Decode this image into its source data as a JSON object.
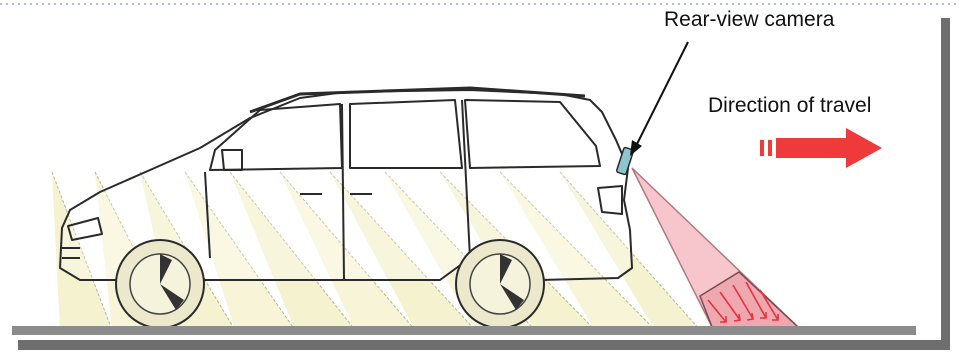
{
  "labels": {
    "camera": "Rear-view camera",
    "direction": "Direction of travel"
  },
  "colors": {
    "light_beam": "#f4f0c8",
    "camera_beam": "#f6c6cc",
    "detection_zone": "#f0a8b0",
    "zone_arrows": "#e8323c",
    "direction_arrow": "#ee3a3a",
    "camera_body": "#8fc5cf",
    "ground": "#8c8c8c",
    "frame_shadow": "#6e6e6e",
    "dotted_border": "#a8c4dc"
  },
  "icons": [
    "vehicle-outline",
    "rear-view-camera-icon",
    "direction-arrow-icon"
  ]
}
